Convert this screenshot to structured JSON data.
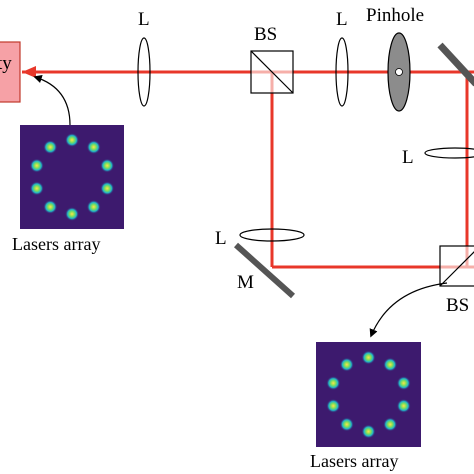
{
  "labels": {
    "cavity_box": "ty",
    "lens_top_left": "L",
    "beam_splitter_top": "BS",
    "lens_top_right": "L",
    "pinhole": "Pinhole",
    "lens_right": "L",
    "lens_lower_left": "L",
    "mirror_lower_left": "M",
    "beam_splitter_bottom": "BS",
    "array_caption_left": "Lasers array",
    "array_caption_bottom": "Lasers array"
  },
  "colors": {
    "beam": "#e8372a",
    "cavity_fill": "#f6a1a6",
    "cavity_stroke": "#c0392b",
    "mirror": "#555555",
    "pinhole": "#8c8c8c",
    "array_bg": "#3d1a6e"
  },
  "laser_array": {
    "spot_count": 10
  }
}
